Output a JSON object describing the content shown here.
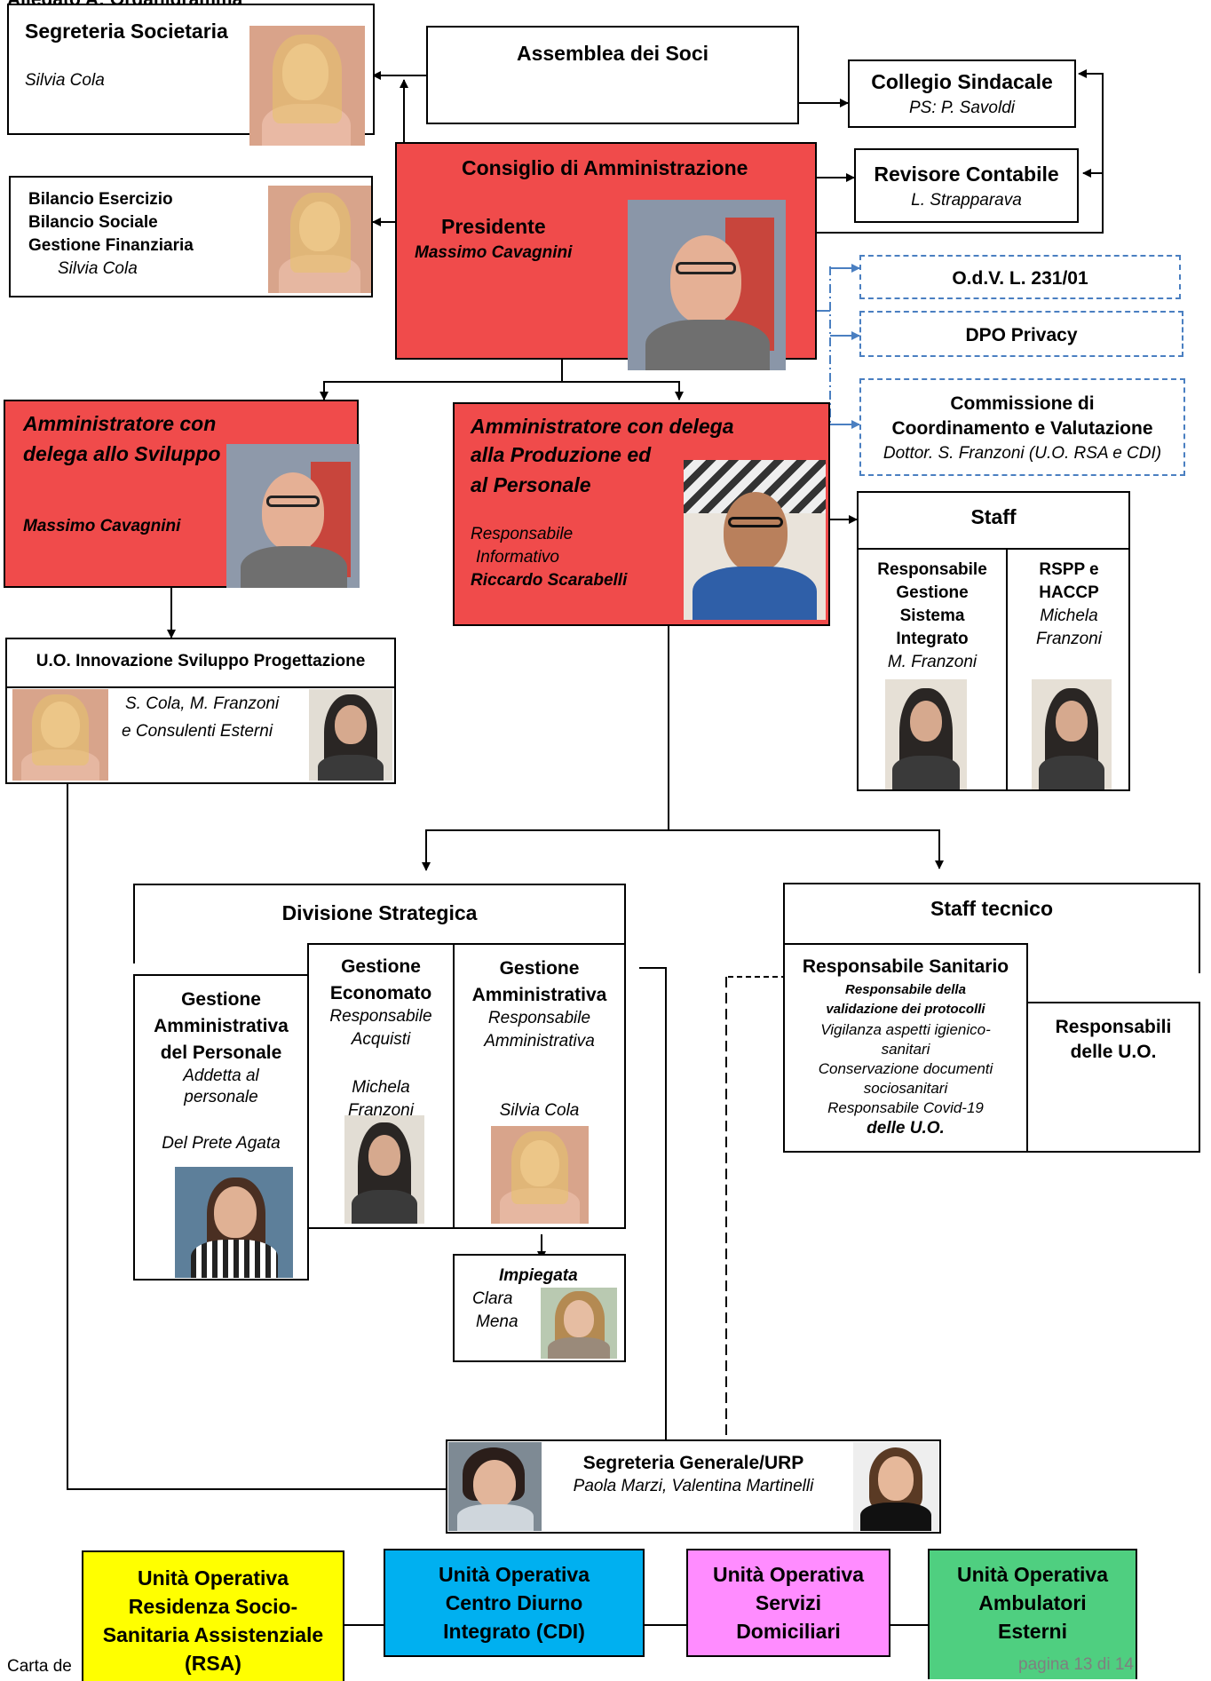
{
  "page_title": "Allegato A: Organigramma",
  "segreteria_societaria": {
    "title": "Segreteria Societaria",
    "name": "Silvia Cola"
  },
  "assemblea": {
    "title": "Assemblea dei Soci"
  },
  "collegio": {
    "title": "Collegio Sindacale",
    "name": "PS: P. Savoldi"
  },
  "revisore": {
    "title": "Revisore Contabile",
    "name": "L. Strapparava"
  },
  "bilancio": {
    "line1": "Bilancio Esercizio",
    "line2": "Bilancio Sociale",
    "line3": "Gestione  Finanziaria",
    "name": "Silvia Cola"
  },
  "consiglio": {
    "title": "Consiglio di Amministrazione",
    "role": "Presidente",
    "name": "Massimo Cavagnini"
  },
  "odv": {
    "title": "O.d.V. L. 231/01"
  },
  "dpo": {
    "title": "DPO Privacy"
  },
  "commissione": {
    "line1": "Commissione di",
    "line2": "Coordinamento e Valutazione",
    "name": "Dottor. S. Franzoni (U.O. RSA  e CDI)"
  },
  "sviluppo": {
    "line1": "Amministratore con",
    "line2": "delega allo Sviluppo",
    "name": "Massimo Cavagnini"
  },
  "produzione": {
    "line1": "Amministratore con delega",
    "line2": "alla Produzione ed",
    "line3": "al Personale",
    "role1": "Responsabile",
    "role2": "Informativo",
    "name": "Riccardo Scarabelli"
  },
  "staff": {
    "title": "Staff",
    "col1": {
      "l1": "Responsabile",
      "l2": "Gestione",
      "l3": "Sistema",
      "l4": "Integrato",
      "name": "M. Franzoni"
    },
    "col2": {
      "l1": "RSPP e",
      "l2": "HACCP",
      "name1": "Michela",
      "name2": "Franzoni"
    }
  },
  "innovazione": {
    "title": "U.O. Innovazione Sviluppo Progettazione",
    "line1": "S. Cola, M. Franzoni",
    "line2": "e Consulenti Esterni"
  },
  "divisione": {
    "title": "Divisione Strategica"
  },
  "gest_personale": {
    "l1": "Gestione",
    "l2": "Amministrativa",
    "l3": "del Personale",
    "r1": "Addetta al",
    "r2": "personale",
    "name": "Del Prete Agata"
  },
  "gest_economato": {
    "l1": "Gestione",
    "l2": "Economato",
    "r1": "Responsabile",
    "r2": "Acquisti",
    "name1": "Michela",
    "name2": "Franzoni"
  },
  "gest_amministrativa": {
    "l1": "Gestione",
    "l2": "Amministrativa",
    "r1": "Responsabile",
    "r2": "Amministrativa",
    "name": "Silvia Cola"
  },
  "impiegata": {
    "title": "Impiegata",
    "name1": "Clara",
    "name2": "Mena"
  },
  "staff_tecnico": {
    "title": "Staff tecnico",
    "resp_sanitario": "Responsabile Sanitario",
    "r1": "Responsabile della",
    "r2": "validazione dei protocolli",
    "r3": "Vigilanza aspetti igienico-",
    "r4": "sanitari",
    "r5": "Conservazione documenti",
    "r6": "sociosanitari",
    "r7": "Responsabile Covid-19",
    "r8": "delle U.O.",
    "resp_uo1": "Responsabili",
    "resp_uo2": "delle U.O."
  },
  "segreteria_generale": {
    "title": "Segreteria Generale/URP",
    "names": "Paola Marzi, Valentina Martinelli"
  },
  "units": [
    {
      "l1": "Unità Operativa",
      "l2": "Residenza Socio-",
      "l3": "Sanitaria Assistenziale",
      "l4": "(RSA)",
      "color": "#ffff00"
    },
    {
      "l1": "Unità Operativa",
      "l2": "Centro Diurno",
      "l3": "Integrato (CDI)",
      "color": "#00b0f0"
    },
    {
      "l1": "Unità Operativa",
      "l2": "Servizi",
      "l3": "Domiciliari",
      "color": "#ff8cff"
    },
    {
      "l1": "Unità Operativa",
      "l2": "Ambulatori",
      "l3": "Esterni",
      "color": "#4fcf80"
    }
  ],
  "footer": {
    "left": "Carta de",
    "right": "pagina 13 di 14"
  },
  "colors": {
    "red_box": "#f04b4b",
    "dashed_border": "#4a7fc1"
  }
}
